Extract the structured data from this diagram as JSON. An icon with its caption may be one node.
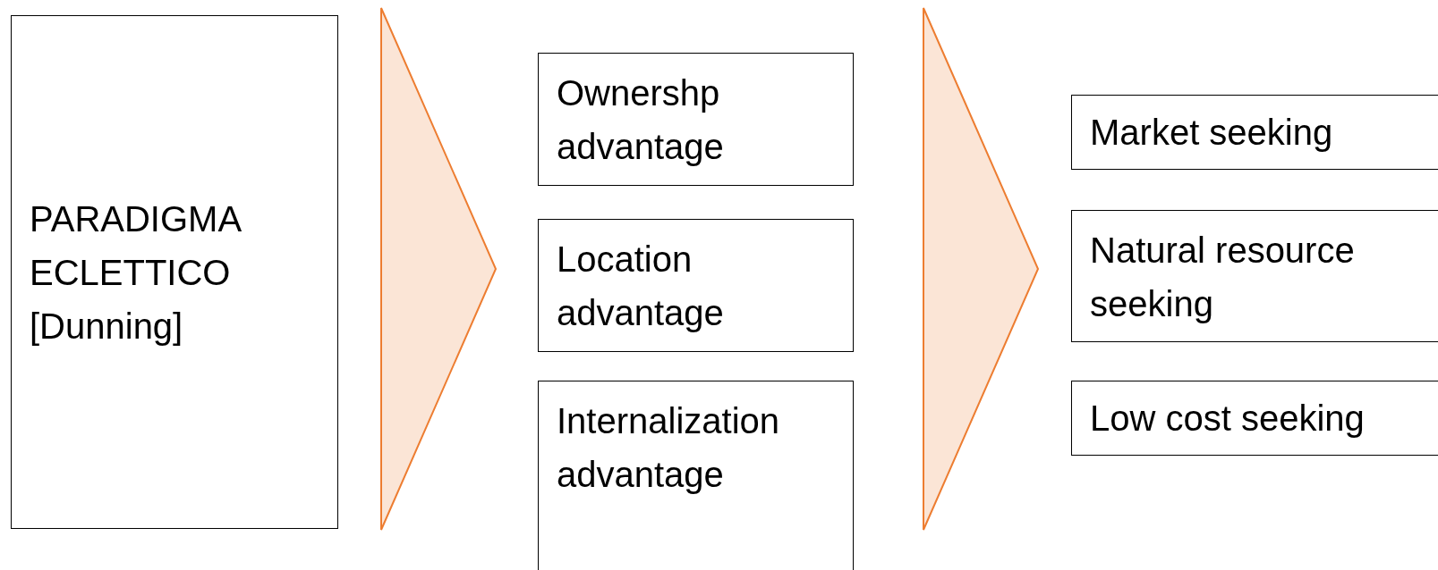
{
  "diagram": {
    "nodes": [
      {
        "text": [
          "PARADIGMA ECLETTICO [Dunning]"
        ]
      },
      {
        "text": [],
        "shape": "chevron"
      },
      {
        "text": [
          "Ownershp advantage"
        ]
      },
      {
        "text": [
          "Location advantage"
        ]
      },
      {
        "text": [
          "Internalization advantage"
        ]
      },
      {
        "text": [],
        "shape": "chevron"
      },
      {
        "text": [
          "Market seeking"
        ]
      },
      {
        "text": [
          "Natural resource seeking"
        ]
      },
      {
        "text": [
          "Low cost seeking"
        ]
      }
    ]
  }
}
